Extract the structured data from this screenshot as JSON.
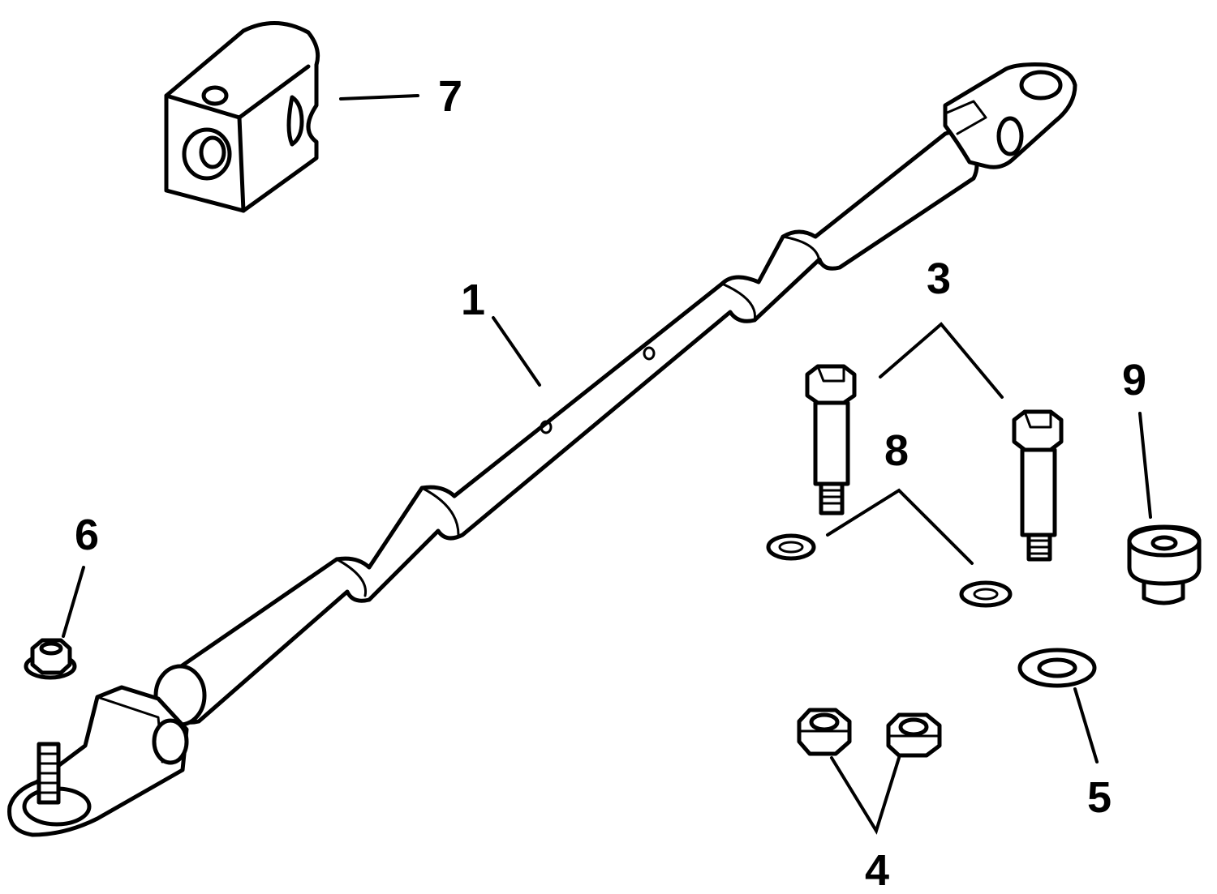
{
  "callouts": {
    "c1": "1",
    "c3": "3",
    "c4": "4",
    "c5": "5",
    "c6": "6",
    "c7": "7",
    "c8": "8",
    "c9": "9"
  },
  "colors": {
    "ink": "#000000",
    "paper": "#ffffff"
  }
}
